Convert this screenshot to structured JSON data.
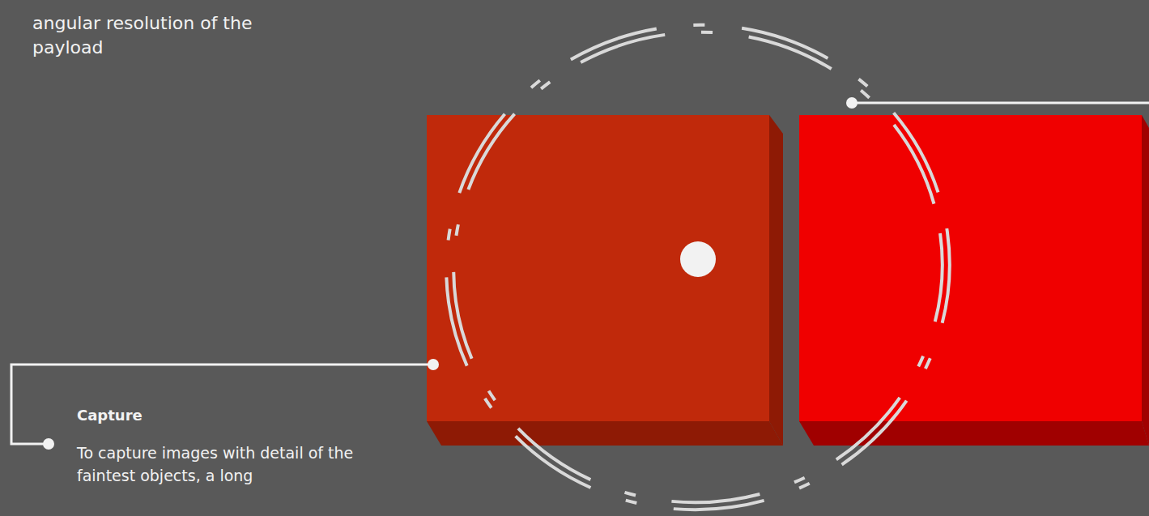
{
  "diagram": {
    "labels": [
      "angular resolution of the payload",
      "Capture",
      "To capture images with detail of the faintest objects, a long"
    ]
  }
}
